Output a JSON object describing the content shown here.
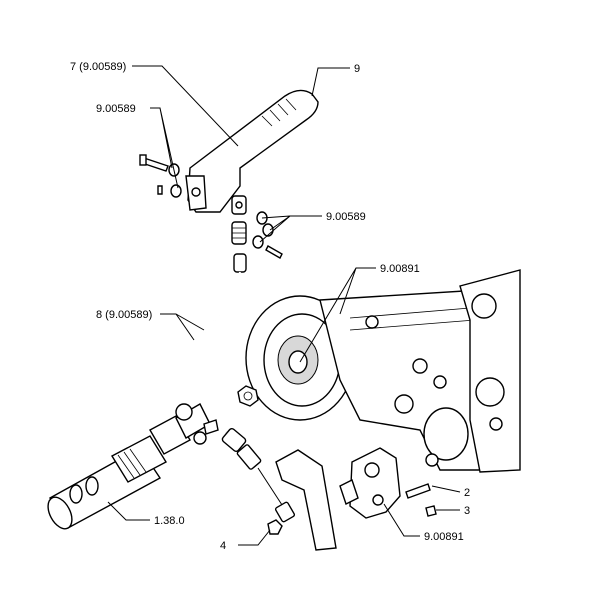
{
  "labels": {
    "lever_assembly": "7 (9.00589)",
    "handle": "9",
    "washers_top": "9.00589",
    "washers_right": "9.00589",
    "brake_assembly_top": "9.00891",
    "cable": "8 (9.00589)",
    "shaft": "1.38.0",
    "bolt": "2",
    "pin": "3",
    "nut": "4",
    "brake_assembly_bottom": "9.00891"
  }
}
